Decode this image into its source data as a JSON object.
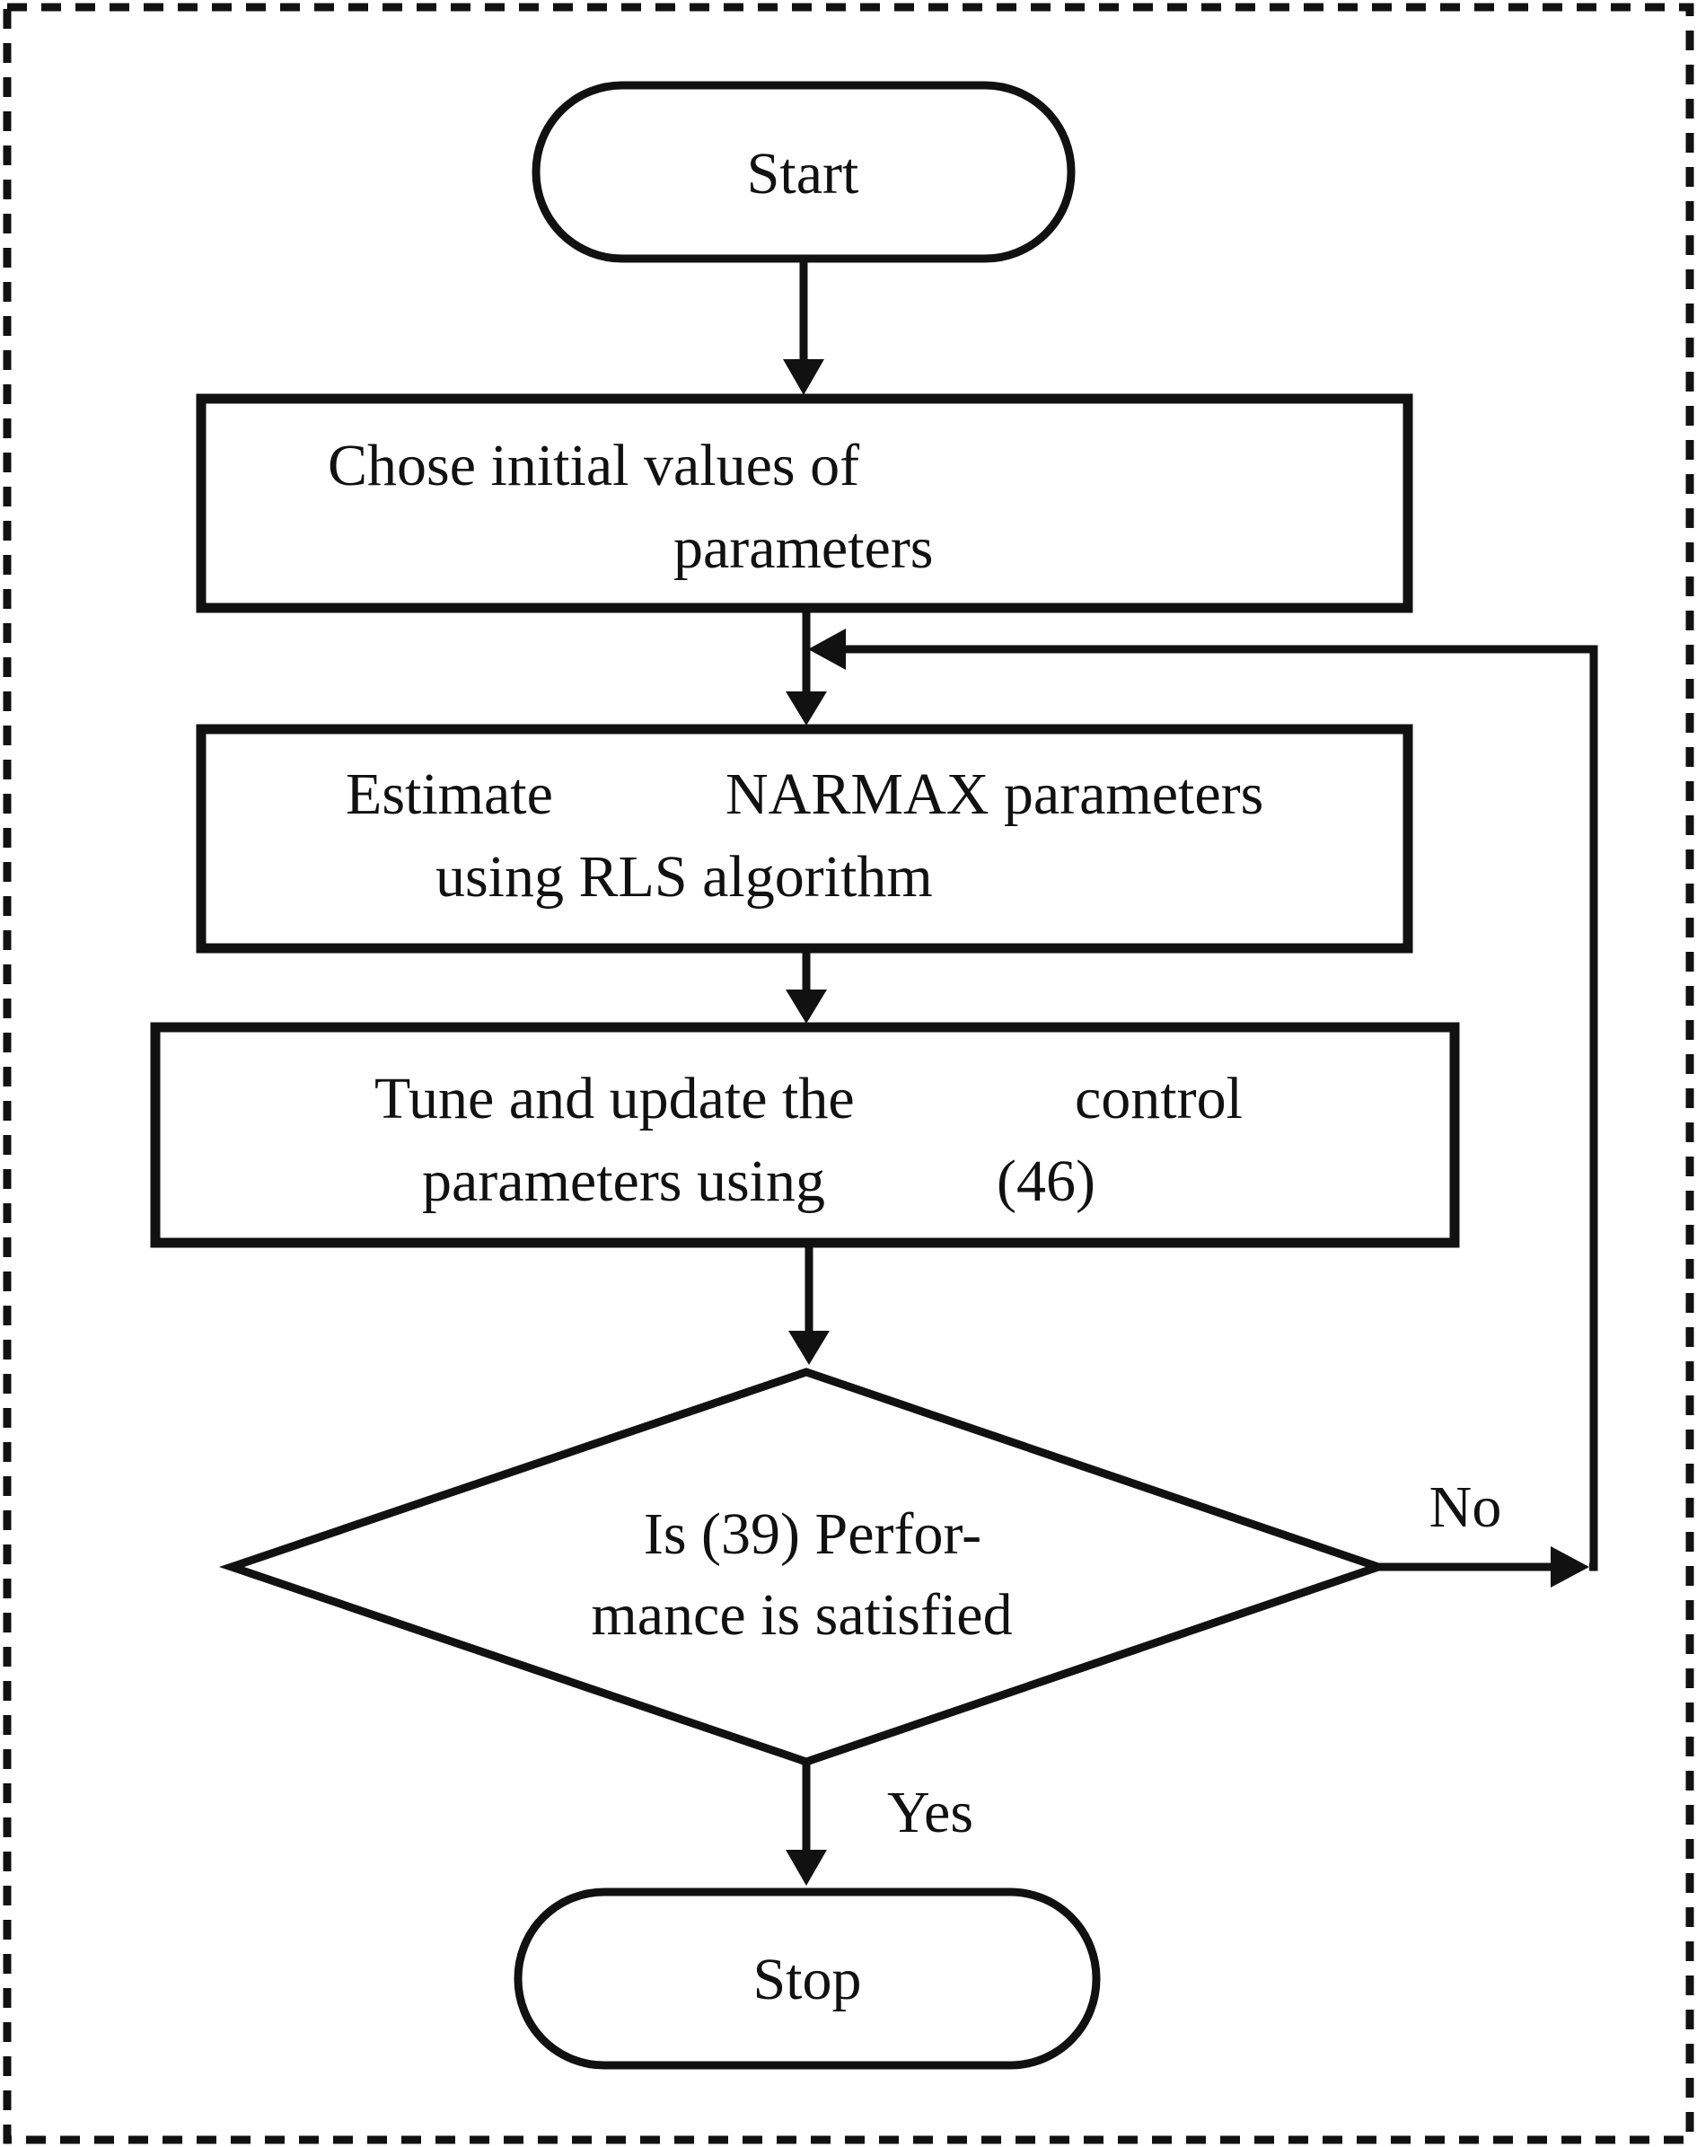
{
  "colors": {
    "stroke": "#111111",
    "background": "#ffffff"
  },
  "nodes": {
    "start": {
      "label": "Start"
    },
    "init": {
      "line1": "Chose initial values of",
      "line2": "parameters"
    },
    "estimate": {
      "line1_a": "Estimate",
      "line1_b": "NARMAX parameters",
      "line2": "using RLS algorithm"
    },
    "tune": {
      "line1_a": "Tune and update the",
      "line1_b": "control",
      "line2_a": "parameters using",
      "line2_b": "(46)"
    },
    "decision": {
      "line1": "Is (39) Perfor-",
      "line2": "mance is satisfied"
    },
    "stop": {
      "label": "Stop"
    }
  },
  "edges": {
    "no_label": "No",
    "yes_label": "Yes"
  }
}
